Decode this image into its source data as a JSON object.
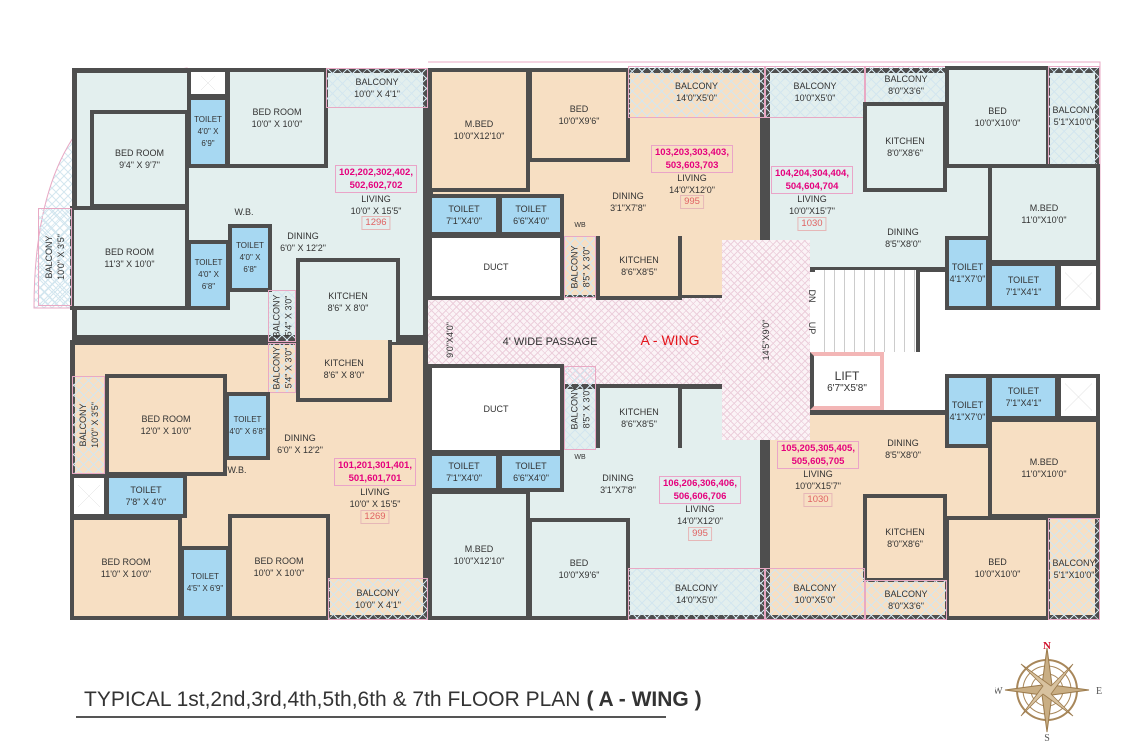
{
  "title": {
    "main": "TYPICAL 1st,2nd,3rd,4th,5th,6th & 7th FLOOR PLAN",
    "wing": "( A - WING )"
  },
  "passage": {
    "label": "4' WIDE PASSAGE",
    "wing": "A - WING",
    "lobby_left": "9'0\"X4'0\"",
    "lobby_right": "14'5\"X9'0\""
  },
  "core": {
    "dn": "DN",
    "up": "UP",
    "lift": "LIFT",
    "lift_size": "6'7\"X5'8\"",
    "duct": "DUCT"
  },
  "compass": {
    "n": "N",
    "s": "S",
    "e": "E",
    "w": "W"
  },
  "u1": {
    "flats1": "102,202,302,402,",
    "flats2": "502,602,702",
    "area": "1296",
    "wb": "W.B.",
    "r": [
      {
        "n": "BED ROOM",
        "s": "10'0\" X 10'0\""
      },
      {
        "n": "TOILET",
        "s": "4'0\" X 6'9\""
      },
      {
        "n": "BED ROOM",
        "s": "9'4\" X 9'7\""
      },
      {
        "n": "BED ROOM",
        "s": "11'3\" X 10'0\""
      },
      {
        "n": "TOILET",
        "s": "4'0\" X 6'8\""
      },
      {
        "n": "TOILET",
        "s": "4'0\" X 6'8\""
      },
      {
        "n": "BALCONY",
        "s": "10'0\" X 4'1\""
      },
      {
        "n": "LIVING",
        "s": "10'0\" X 15'5\""
      },
      {
        "n": "DINING",
        "s": "6'0\" X 12'2\""
      },
      {
        "n": "KITCHEN",
        "s": "8'6\" X 8'0\""
      },
      {
        "n": "BALCONY",
        "s": "5'4\" X 3'0\""
      },
      {
        "n": "BALCONY",
        "s": "10'0\" X 3'5\""
      }
    ]
  },
  "u2": {
    "flats1": "101,201,301,401,",
    "flats2": "501,601,701",
    "area": "1269",
    "wb": "W.B.",
    "r": [
      {
        "n": "BALCONY",
        "s": "5'4\" X 3'0\""
      },
      {
        "n": "KITCHEN",
        "s": "8'6\" X 8'0\""
      },
      {
        "n": "BED ROOM",
        "s": "12'0\" X 10'0\""
      },
      {
        "n": "BALCONY",
        "s": "10'0\" X 3'5\""
      },
      {
        "n": "TOILET",
        "s": "4'0\" X 6'8\""
      },
      {
        "n": "DINING",
        "s": "6'0\" X 12'2\""
      },
      {
        "n": "TOILET",
        "s": "7'8\" X 4'0\""
      },
      {
        "n": "BED ROOM",
        "s": "11'0\" X 10'0\""
      },
      {
        "n": "TOILET",
        "s": "4'5\" X 6'9\""
      },
      {
        "n": "BED ROOM",
        "s": "10'0\" X 10'0\""
      },
      {
        "n": "LIVING",
        "s": "10'0\" X 15'5\""
      },
      {
        "n": "BALCONY",
        "s": "10'0\" X 4'1\""
      }
    ]
  },
  "u3": {
    "flats1": "103,203,303,403,",
    "flats2": "503,603,703",
    "area": "995",
    "wb": "WB",
    "r": [
      {
        "n": "M.BED",
        "s": "10'0\"X12'10\""
      },
      {
        "n": "BED",
        "s": "10'0\"X9'6\""
      },
      {
        "n": "BALCONY",
        "s": "14'0\"X5'0\""
      },
      {
        "n": "LIVING",
        "s": "14'0\"X12'0\""
      },
      {
        "n": "DINING",
        "s": "3'1\"X7'8\""
      },
      {
        "n": "TOILET",
        "s": "7'1\"X4'0\""
      },
      {
        "n": "TOILET",
        "s": "6'6\"X4'0\""
      },
      {
        "n": "BALCONY",
        "s": "8'5\" X 3'0\""
      },
      {
        "n": "KITCHEN",
        "s": "8'6\"X8'5\""
      }
    ]
  },
  "u6": {
    "flats1": "106,206,306,406,",
    "flats2": "506,606,706",
    "area": "995",
    "wb": "WB",
    "r": [
      {
        "n": "KITCHEN",
        "s": "8'6\"X8'5\""
      },
      {
        "n": "BALCONY",
        "s": "8'5\" X 3'0\""
      },
      {
        "n": "TOILET",
        "s": "7'1\"X4'0\""
      },
      {
        "n": "TOILET",
        "s": "6'6\"X4'0\""
      },
      {
        "n": "DINING",
        "s": "3'1\"X7'8\""
      },
      {
        "n": "LIVING",
        "s": "14'0\"X12'0\""
      },
      {
        "n": "M.BED",
        "s": "10'0\"X12'10\""
      },
      {
        "n": "BED",
        "s": "10'0\"X9'6\""
      },
      {
        "n": "BALCONY",
        "s": "14'0\"X5'0\""
      }
    ]
  },
  "u4": {
    "flats1": "104,204,304,404,",
    "flats2": "504,604,704",
    "area": "1030",
    "r": [
      {
        "n": "BALCONY",
        "s": "10'0\"X5'0\""
      },
      {
        "n": "BALCONY",
        "s": "8'0\"X3'6\""
      },
      {
        "n": "KITCHEN",
        "s": "8'0\"X8'6\""
      },
      {
        "n": "BED",
        "s": "10'0\"X10'0\""
      },
      {
        "n": "BALCONY",
        "s": "5'1\"X10'0\""
      },
      {
        "n": "LIVING",
        "s": "10'0\"X15'7\""
      },
      {
        "n": "DINING",
        "s": "8'5\"X8'0\""
      },
      {
        "n": "M.BED",
        "s": "11'0\"X10'0\""
      },
      {
        "n": "TOILET",
        "s": "4'1\"X7'0\""
      },
      {
        "n": "TOILET",
        "s": "7'1\"X4'1\""
      }
    ]
  },
  "u5": {
    "flats1": "105,205,305,405,",
    "flats2": "505,605,705",
    "area": "1030",
    "r": [
      {
        "n": "TOILET",
        "s": "4'1\"X7'0\""
      },
      {
        "n": "TOILET",
        "s": "7'1\"X4'1\""
      },
      {
        "n": "M.BED",
        "s": "11'0\"X10'0\""
      },
      {
        "n": "LIVING",
        "s": "10'0\"X15'7\""
      },
      {
        "n": "DINING",
        "s": "8'5\"X8'0\""
      },
      {
        "n": "KITCHEN",
        "s": "8'0\"X8'6\""
      },
      {
        "n": "BED",
        "s": "10'0\"X10'0\""
      },
      {
        "n": "BALCONY",
        "s": "5'1\"X10'0\""
      },
      {
        "n": "BALCONY",
        "s": "10'0\"X5'0\""
      },
      {
        "n": "BALCONY",
        "s": "8'0\"X3'6\""
      }
    ]
  }
}
